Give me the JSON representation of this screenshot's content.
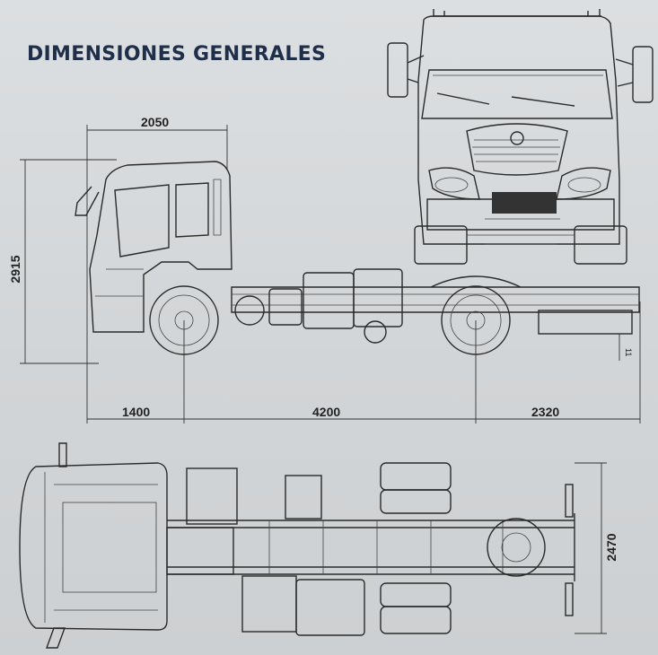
{
  "title": "DIMENSIONES GENERALES",
  "dimensions": {
    "cab_length": "2050",
    "height": "2915",
    "front_overhang": "1400",
    "wheelbase": "4200",
    "rear_overhang": "2320",
    "width": "2470",
    "small_mark": "11"
  }
}
